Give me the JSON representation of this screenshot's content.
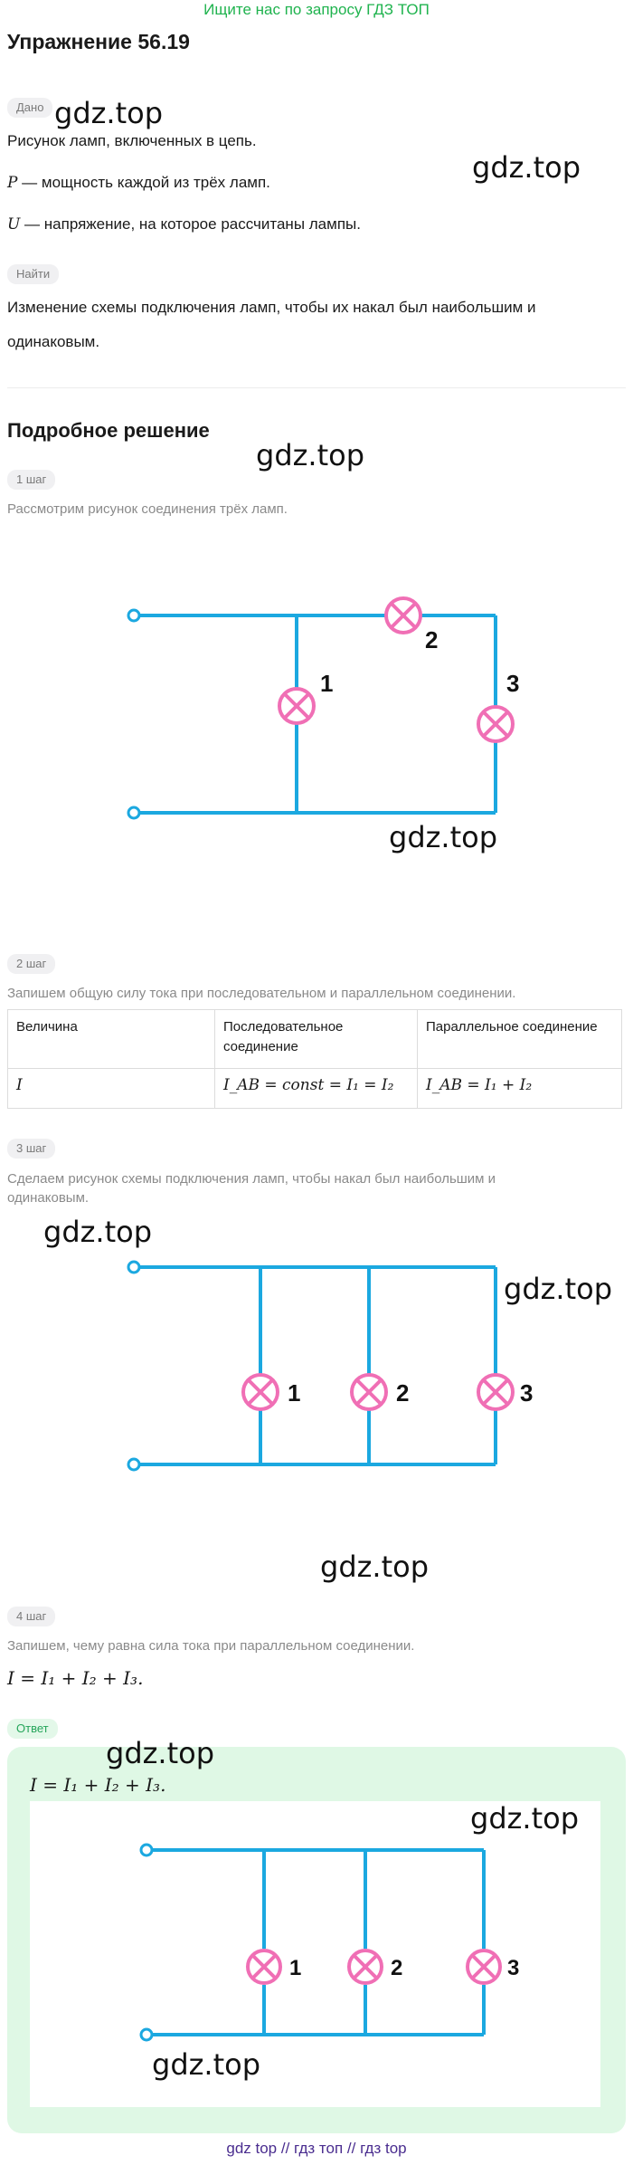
{
  "banner": "Ищите нас по запросу ГДЗ ТОП",
  "exercise_title": "Упражнение 56.19",
  "watermark": "gdz.top",
  "given": {
    "chip": "Дано",
    "line1": "Рисунок ламп, включенных в цепь.",
    "line2_symbol": "P",
    "line2_text": " — мощность каждой из трёх ламп.",
    "line3_symbol": "U",
    "line3_text": " — напряжение, на которое рассчитаны лампы."
  },
  "find": {
    "chip": "Найти",
    "text_line1": "Изменение схемы подключения ламп, чтобы их накал был наибольшим и",
    "text_line2": "одинаковым."
  },
  "solution": {
    "title": "Подробное решение",
    "step1": {
      "chip": "1 шаг",
      "text": "Рассмотрим рисунок соединения трёх ламп."
    },
    "step2": {
      "chip": "2 шаг",
      "text": "Запишем общую силу тока при последовательном и параллельном соединении."
    },
    "step3": {
      "chip": "3 шаг",
      "text_line1": "Сделаем рисунок схемы подключения ламп, чтобы накал был наибольшим и",
      "text_line2": "одинаковым."
    },
    "step4": {
      "chip": "4 шаг",
      "text": "Запишем, чему равна сила тока при параллельном соединении.",
      "formula": "I = I₁ + I₂ + I₃."
    }
  },
  "table": {
    "headers": [
      "Величина",
      "Последовательное соединение",
      "Параллельное соединение"
    ],
    "row": [
      "I",
      "I_AB = const = I₁ = I₂",
      "I_AB = I₁ + I₂"
    ]
  },
  "lamp_labels": [
    "1",
    "2",
    "3"
  ],
  "answer": {
    "chip": "Ответ",
    "formula": "I = I₁ + I₂ + I₃."
  },
  "footer": {
    "link1": "gdz top",
    "sep": "//",
    "link2": "гдз топ",
    "link3": "гдз top"
  },
  "colors": {
    "wire": "#1ba8e0",
    "lamp": "#f06fb5",
    "answer_bg": "#dff8e5",
    "banner": "#1fb34e"
  }
}
